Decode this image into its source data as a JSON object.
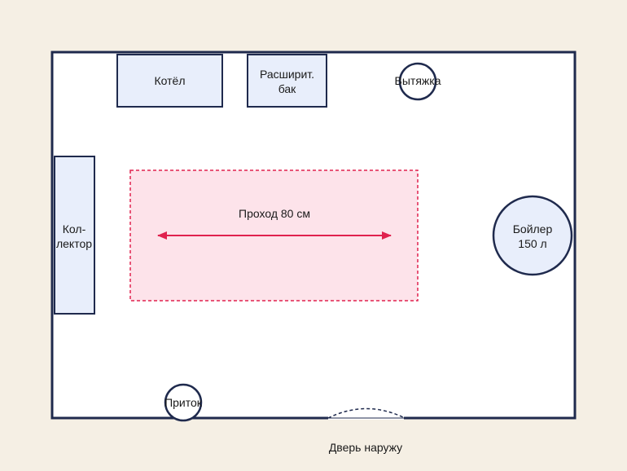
{
  "labels": {
    "boiler_room": "Котёл",
    "expansion_tank": [
      "Расширит.",
      "бак"
    ],
    "exhaust": "Вытяжка",
    "collector": [
      "Кол-",
      "лектор"
    ],
    "passage": "Проход 80 см",
    "water_heater": [
      "Бойлер",
      "150 л"
    ],
    "inflow": "Приток",
    "door": "Дверь наружу"
  },
  "colors": {
    "background": "#f5efe4",
    "room_fill": "#ffffff",
    "stroke": "#1f2a4d",
    "equipment_fill": "#e8eefb",
    "passage_fill": "#fde3ea",
    "passage_accent": "#e0224e"
  }
}
